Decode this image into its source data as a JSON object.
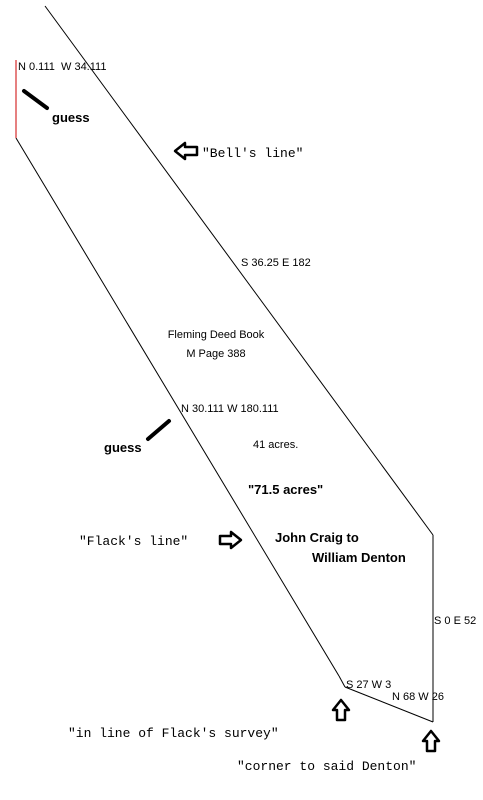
{
  "plat": {
    "bearings": {
      "north_west_line": "N 0.111  W 34.111",
      "bells_side": "S 36.25 E 182",
      "flacks_side": "N 30.111 W 180.111",
      "east_side": "S 0 E 52",
      "south_short": "S 27 W 3",
      "south_long": "N 68 W 26"
    },
    "deed": {
      "line1": "Fleming Deed Book",
      "line2": "M Page 388"
    },
    "acres_small": "41 acres.",
    "acres_big": "\"71.5 acres\"",
    "conveyance": {
      "line1": "John Craig to",
      "line2": "William Denton"
    },
    "guess_upper": "guess",
    "guess_lower": "guess",
    "callouts": {
      "bells_line": "\"Bell's line\"",
      "flacks_line": "\"Flack's line\"",
      "flack_survey": "\"in line of Flack's survey\"",
      "corner_denton": "\"corner to said Denton\""
    }
  },
  "colors": {
    "line": "#000000",
    "red_line": "#cc0000"
  }
}
